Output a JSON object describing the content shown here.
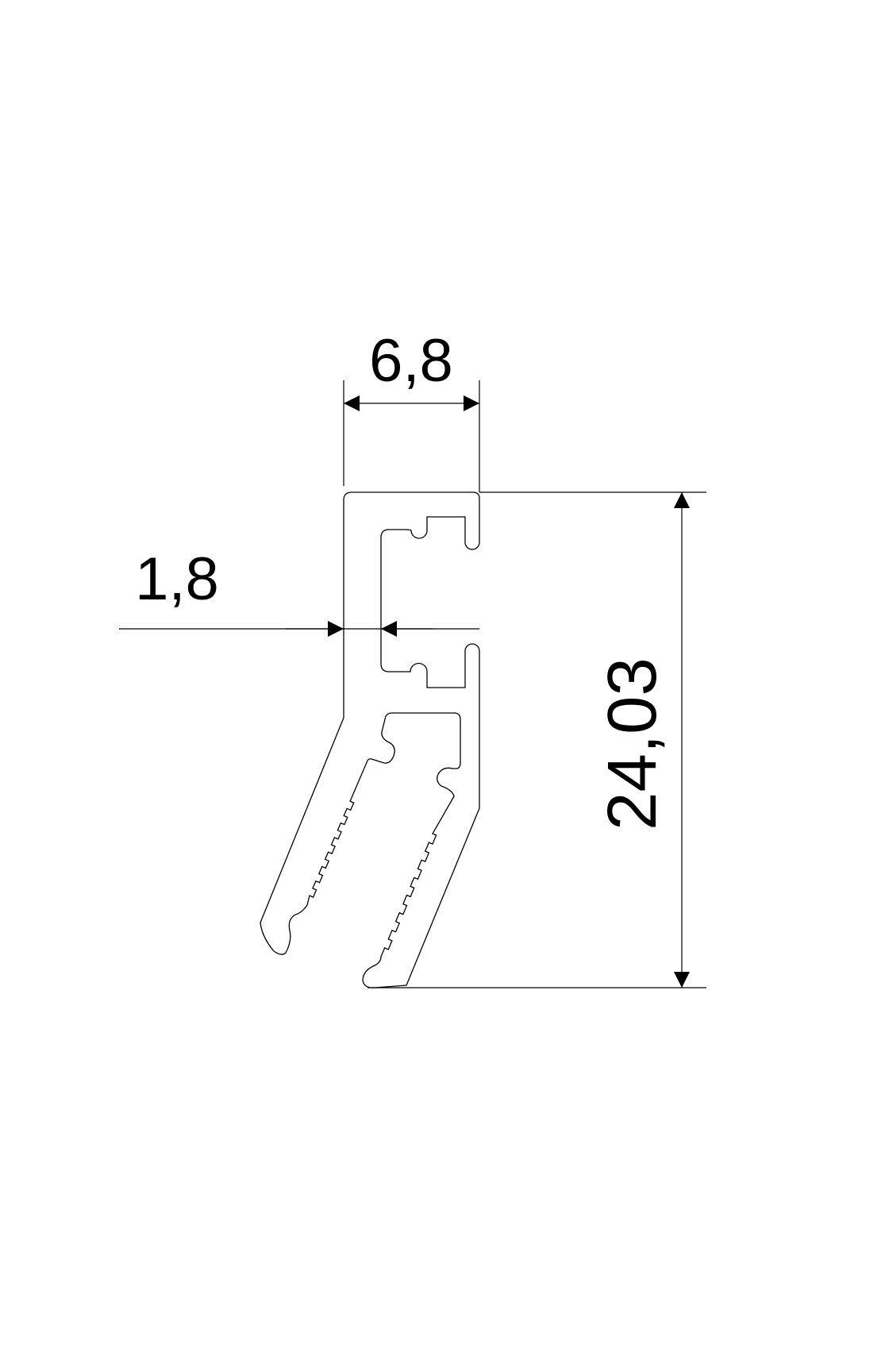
{
  "drawing": {
    "dimensions": {
      "top_width": "6,8",
      "wall_thickness": "1,8",
      "height": "24,03"
    },
    "line_color": "#000000",
    "background": "#ffffff"
  }
}
